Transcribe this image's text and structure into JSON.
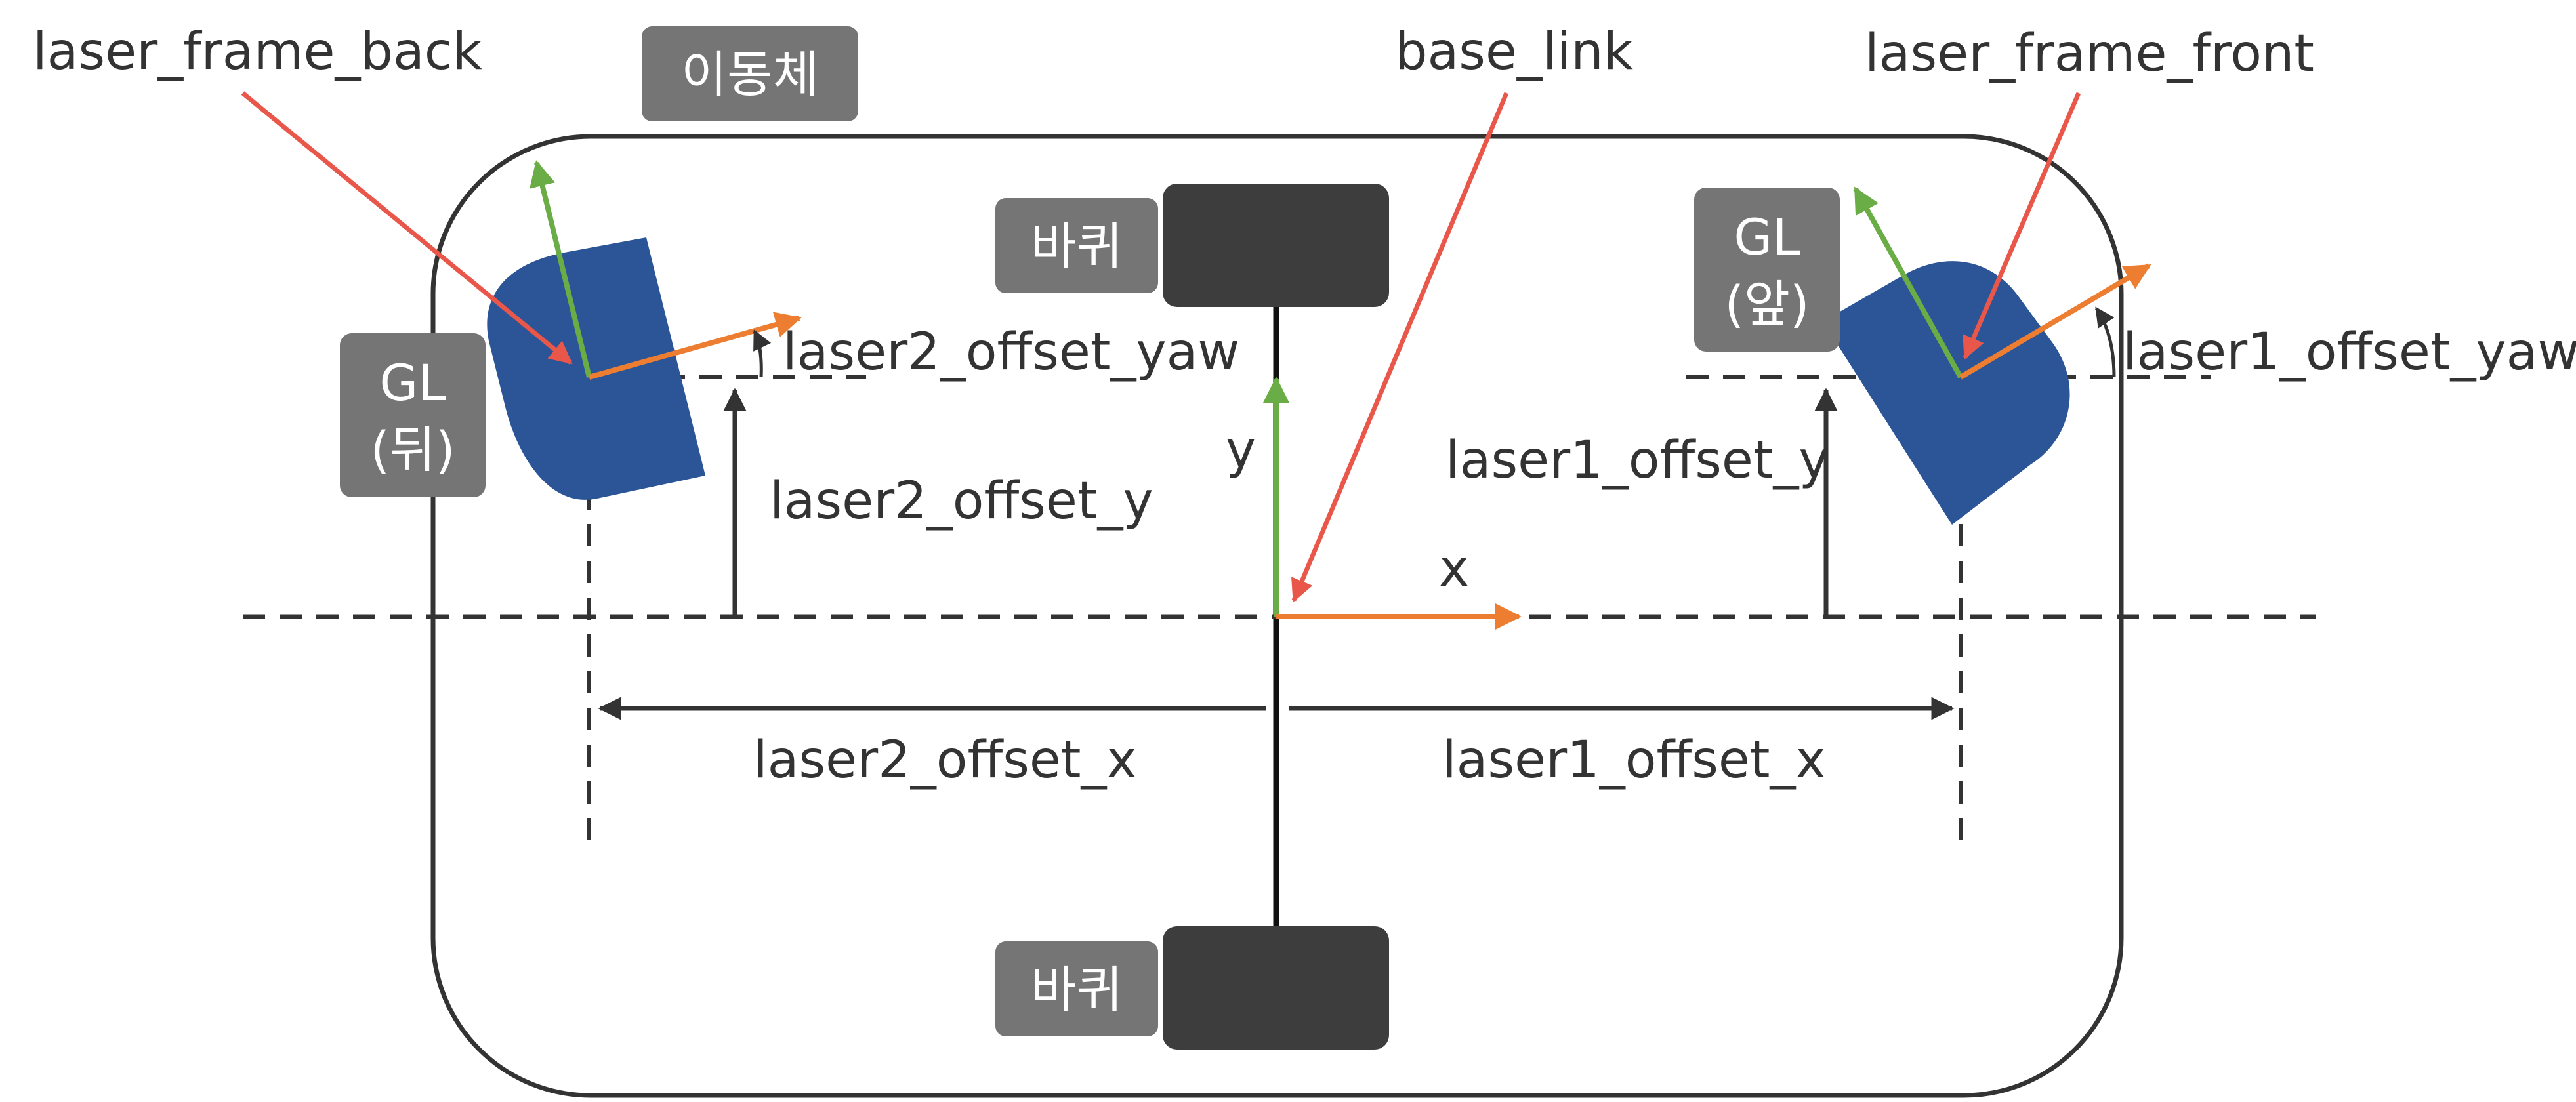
{
  "labels": {
    "laser_frame_back": "laser_frame_back",
    "base_link": "base_link",
    "laser_frame_front": "laser_frame_front",
    "laser2_offset_yaw": "laser2_offset_yaw",
    "laser1_offset_yaw": "laser1_offset_yaw",
    "laser2_offset_y": "laser2_offset_y",
    "laser1_offset_y": "laser1_offset_y",
    "laser2_offset_x": "laser2_offset_x",
    "laser1_offset_x": "laser1_offset_x",
    "axis_x": "x",
    "axis_y": "y"
  },
  "tags": {
    "vehicle": "이동체",
    "wheel_top": "바퀴",
    "wheel_bottom": "바퀴",
    "gl_back_line1": "GL",
    "gl_back_line2": "(뒤)",
    "gl_front_line1": "GL",
    "gl_front_line2": "(앞)"
  },
  "colors": {
    "sensor_blue": "#2b5597",
    "tag_gray": "#757575",
    "wheel_dark": "#3d3d3d",
    "arrow_red": "#e8574a",
    "arrow_green": "#6aac45",
    "arrow_orange": "#ed7d31",
    "line_dark": "#333333"
  }
}
